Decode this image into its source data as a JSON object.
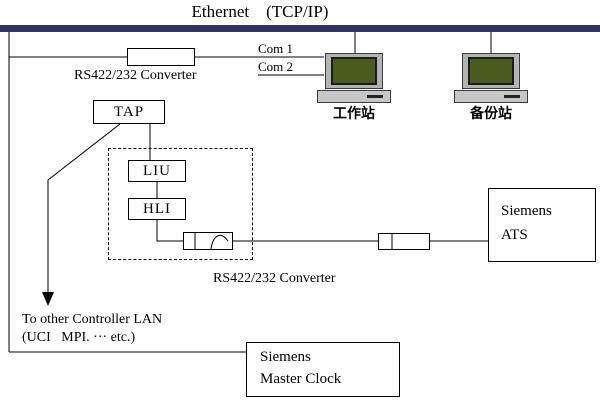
{
  "title": "Ethernet    (TCP/IP)",
  "colors": {
    "bus": "#333366",
    "screen": "#4b5a1e"
  },
  "top": {
    "converter_label": "RS422/232 Converter",
    "com1": "Com 1",
    "com2": "Com 2",
    "tap": "TAP"
  },
  "stations": {
    "workstation": "工作站",
    "backup": "备份站"
  },
  "controller": {
    "liu": "LIU",
    "hli": "HLI",
    "converter_label": "RS422/232 Converter"
  },
  "ats": {
    "line1": "Siemens",
    "line2": "ATS"
  },
  "master_clock": {
    "line1": "Siemens",
    "line2": "Master Clock"
  },
  "other_lan": {
    "line1": "To other Controller LAN",
    "line2": "(UCI   MPI. ··· etc.)"
  }
}
